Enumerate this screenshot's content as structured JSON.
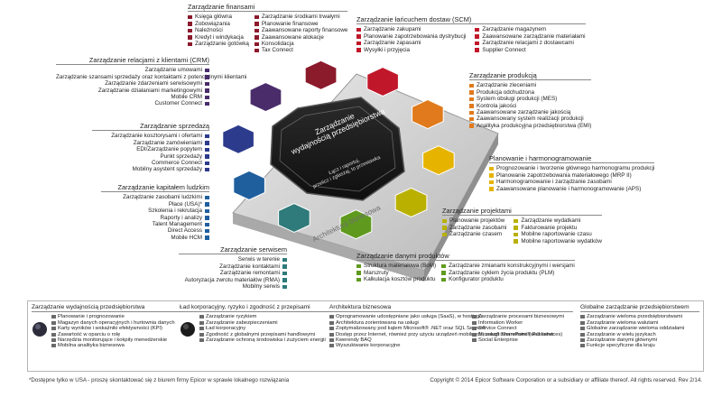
{
  "diagram": {
    "center_title": "Zarządzanie wydajnością przedsiębiorstwa",
    "center_subtitle": "Łącz i raportuj, przelicz i zgłaszaj, to przestawka",
    "platform_label": "Architektura biznesowa"
  },
  "groups": {
    "finanse": {
      "title": "Zarządzanie finansami",
      "color": "#8b1a2b",
      "col1": [
        "Księga główna",
        "Zobowiązania",
        "Należności",
        "Kredyt i windykacja",
        "Zarządzanie gotówką"
      ],
      "col2": [
        "Zarządzanie środkami trwałymi",
        "Planowanie finansowe",
        "Zaawansowane raporty finansowe",
        "Zaawansowane alokacje",
        "Konsolidacja",
        "Tax Connect"
      ]
    },
    "scm": {
      "title": "Zarządzanie łańcuchem dostaw (SCM)",
      "color": "#c0182a",
      "col1": [
        "Zarządzanie zakupami",
        "Planowanie zapotrzebowania dystrybucji",
        "Zarządzanie zapasami",
        "Wysyłki i przyjęcia"
      ],
      "col2": [
        "Zarządzanie magazynem",
        "Zaawansowane zarządzanie materiałami",
        "Zarządzanie relacjami z dostawcami",
        "Supplier Connect"
      ]
    },
    "crm": {
      "title": "Zarządzanie relacjami z klientami (CRM)",
      "color": "#4a2c6b",
      "items": [
        "Zarządzanie umowami",
        "Zarządzanie szansami sprzedaży oraz kontaktami z potencjalnymi klientami",
        "Zarządzanie zdarzeniami serwisowymi",
        "Zarządzanie działaniami marketingowymi",
        "Mobile CRM",
        "Customer Connect"
      ]
    },
    "produkcja": {
      "title": "Zarządzanie produkcją",
      "color": "#e07a1c",
      "items": [
        "Zarządzanie zleceniami",
        "Produkcja odchudzona",
        "System obsługi produkcji (MES)",
        "Kontrola jakości",
        "Zaawansowane zarządzanie jakością",
        "Zaawansowany system realizacji produkcji",
        "Analityka produkcyjna przedsiębiorstwa (EMI)"
      ]
    },
    "sprzedaz": {
      "title": "Zarządzanie sprzedażą",
      "color": "#2c3b8c",
      "items": [
        "Zarządzanie kosztorysami i ofertami",
        "Zarządzanie zamówieniami",
        "EDI/Zarządzanie popytem",
        "Punkt sprzedaży",
        "Commerce Connect",
        "Mobilny asystent sprzedaży"
      ]
    },
    "planowanie": {
      "title": "Planowanie i harmonogramowanie",
      "color": "#e6b400",
      "items": [
        "Prognozowanie i tworzenie głównego harmonogramu produkcji",
        "Planowanie zapotrzebowania materiałowego (MRP II)",
        "Harmonogramowanie i zarządzanie zasobami",
        "Zaawansowane planowanie i harmonogramowanie (APS)"
      ]
    },
    "kapital": {
      "title": "Zarządzanie kapitałem ludzkim",
      "color": "#1f5f9e",
      "items": [
        "Zarządzanie zasobami ludzkimi",
        "Płace (USA)*",
        "Szkolenia i rekrutacja",
        "Raporty i analizy",
        "Talent Management",
        "Direct Access",
        "Mobile HCM"
      ]
    },
    "projekty": {
      "title": "Zarządzanie projektami",
      "color": "#b9b000",
      "col1": [
        "Planowanie projektów",
        "Zarządzanie zasobami",
        "Zarządzanie czasem"
      ],
      "col2": [
        "Zarządzanie wydatkami",
        "Fakturowanie projektu",
        "Mobilne raportowanie czasu",
        "Mobilne raportowanie wydatków"
      ]
    },
    "serwis": {
      "title": "Zarządzanie serwisem",
      "color": "#2f7a7a",
      "items": [
        "Serwis w terenie",
        "Zarządzanie kontaktami",
        "Zarządzanie remontami",
        "Autoryzacja zwrotu materiałów (RMA)",
        "Mobilny serwis"
      ]
    },
    "dane": {
      "title": "Zarządzanie danymi produktów",
      "color": "#5f9a1f",
      "col1": [
        "Struktura materiałowa (BoM)",
        "Marszruty",
        "Kalkulacja kosztów produktu"
      ],
      "col2": [
        "Zarządzanie zmianami konstrukcyjnymi i wersjami",
        "Zarządzanie cyklem życia produktu (PLM)",
        "Konfigurator produktu"
      ]
    }
  },
  "bottom": {
    "wydajnosc": {
      "title": "Zarządzanie wydajnością przedsiębiorstwa",
      "items": [
        "Planowanie i prognozowanie",
        "Magazyn danych operacyjnych i hurtownia danych",
        "Karty wyników i wskaźniki efektywności (KPI)",
        "Zawartość w oparciu o rolę",
        "Narzędzia monitorujące i kokpity menedżerskie",
        "Mobilna analityka biznesowa"
      ]
    },
    "lad": {
      "title": "Ład korporacyjny, ryzyko i zgodność z przepisami",
      "items": [
        "Zarządzanie ryzykiem",
        "Zarządzanie zabezpieczeniami",
        "Ład korporacyjny",
        "Zgodność z globalnymi przepisami handlowymi",
        "Zarządzanie ochroną środowiska i zużyciem energii"
      ]
    },
    "architektura": {
      "title": "Architektura biznesowa",
      "col1": [
        "Oprogramowanie udostępniane jako usługa (SaaS), w hostingu",
        "Architektura zorientowana na usługi",
        "Zoptymalizowany pod kątem Microsoft® .NET oraz SQL Server®",
        "Dostęp przez Internet, również przy użyciu urządzeń mobilnych, usługi internetowe (web services)",
        "Kwerendy BAQ",
        "Wyszukiwanie korporacyjne"
      ],
      "col2": [
        "Zarządzanie procesami biznesowymi",
        "Information Worker",
        "Service Connect",
        "Microsoft SharePoint® Publisher",
        "Social Enterprise"
      ]
    },
    "globalne": {
      "title": "Globalne zarządzanie przedsiębiorstwem",
      "items": [
        "Zarządzanie wieloma przedsiębiorstwami",
        "Zarządzanie wieloma walutami",
        "Globalne zarządzanie wieloma oddziałami",
        "Zarządzanie w wielu językach",
        "Zarządzanie danymi głównymi",
        "Funkcje specyficzne dla kraju"
      ]
    }
  },
  "footer": {
    "note": "*Dostępne tylko w USA - proszę skontaktować się z biurem firmy Epicor w sprawie lokalnego rozwiązania",
    "copyright": "Copyright © 2014 Epicor Software Corporation or a subsidiary or affiliate thereof. All rights reserved. Rev 2/14."
  }
}
